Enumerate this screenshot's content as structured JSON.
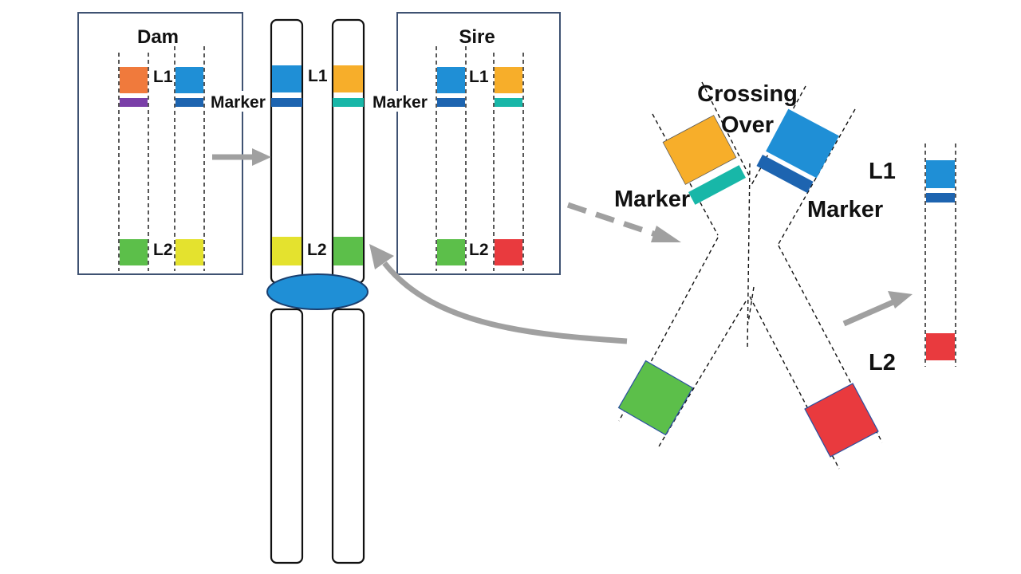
{
  "labels": {
    "dam": "Dam",
    "sire": "Sire",
    "l1": "L1",
    "l2": "L2",
    "marker": "Marker",
    "crossing_line1": "Crossing",
    "crossing_line2": "Over"
  },
  "colors": {
    "orange_red": "#f07a3c",
    "blue": "#1f8fd6",
    "dark_blue": "#1d64b0",
    "purple": "#7a3fa8",
    "gold": "#f7ae2a",
    "teal": "#18b7a8",
    "green": "#5cbf4a",
    "yellow": "#e4e22e",
    "red": "#e93a3e",
    "centromere": "#1f8fd6",
    "arrow": "#a0a0a0",
    "panel_border": "#3f5272"
  }
}
